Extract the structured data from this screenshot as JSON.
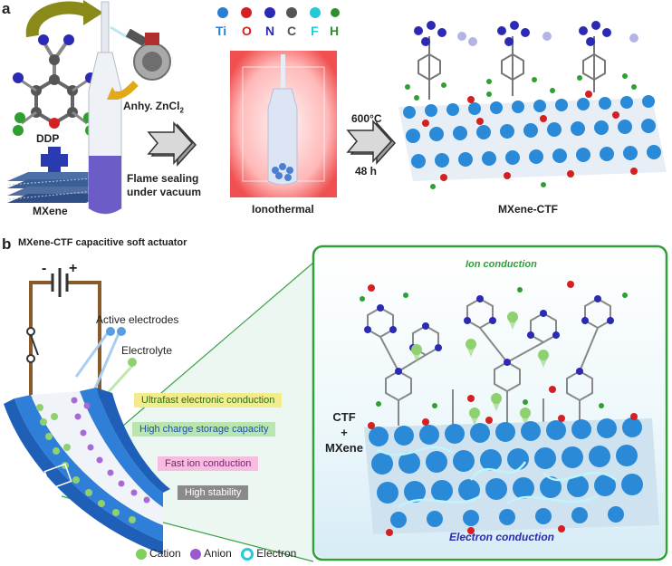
{
  "panel_a": {
    "letter": "a",
    "ddp_label": "DDP",
    "mxene_label": "MXene",
    "zncl2_text": "Anhy. ZnCl",
    "zncl2_sub": "2",
    "flame_line1": "Flame sealing",
    "flame_line2": "under vacuum",
    "elements": [
      {
        "symbol": "Ti",
        "color": "#2a7fd4"
      },
      {
        "symbol": "O",
        "color": "#d42020"
      },
      {
        "symbol": "N",
        "color": "#2a2ab4"
      },
      {
        "symbol": "C",
        "color": "#555555"
      },
      {
        "symbol": "F",
        "color": "#27c8d8"
      },
      {
        "symbol": "H",
        "color": "#2f8f2f"
      }
    ],
    "ionothermal_label": "Ionothermal",
    "temp_label": "600°C",
    "time_label": "48 h",
    "product_label": "MXene-CTF"
  },
  "panel_b": {
    "letter": "b",
    "title": "MXene-CTF capacitive soft actuator",
    "minus": "-",
    "plus": "+",
    "active_electrodes": "Active electrodes",
    "electrolyte": "Electrolyte",
    "properties": [
      {
        "label": "Ultrafast electronic conduction",
        "bg": "#f3ec8c",
        "color": "#2a6e1a"
      },
      {
        "label": "High charge storage capacity",
        "bg": "#b9e6b0",
        "color": "#1e4fa8"
      },
      {
        "label": "Fast ion conduction",
        "bg": "#f7bde0",
        "color": "#7a1d6c"
      },
      {
        "label": "High stability",
        "bg": "#8a8a8a",
        "color": "#ffffff"
      }
    ],
    "ion_conduction": "Ion conduction",
    "electron_conduction": "Electron conduction",
    "ctf_label": "CTF",
    "ctf_plus": "+",
    "mxene_label": "MXene",
    "legend": [
      {
        "label": "Cation",
        "color": "#7fcf5f"
      },
      {
        "label": "Anion",
        "color": "#9b59d0"
      },
      {
        "label": "Electron",
        "color": "#27c8d8"
      }
    ]
  }
}
